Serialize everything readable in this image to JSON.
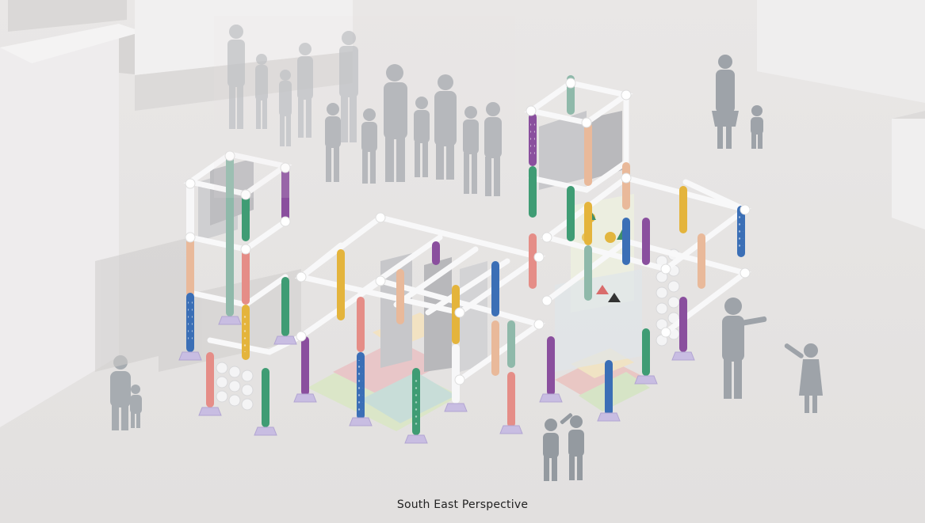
{
  "caption": "South East Perspective",
  "colors": {
    "background": "#e6e4e3",
    "frame_white": "#f7f7f8",
    "silhouette": "#9aa0a6",
    "pipe_blue": "#3b6fb6",
    "pipe_green": "#3f9c74",
    "pipe_purple": "#8a4f9e",
    "pipe_yellow": "#e4b43c",
    "pipe_peach": "#e9b99a",
    "pipe_rose": "#e58d87",
    "pipe_mint": "#8fb9aa",
    "base_lavender": "#b9acd8"
  },
  "icons": [
    "person-silhouette",
    "pipe-frame",
    "fabric-panel",
    "foam-mat",
    "sphere-panel"
  ]
}
